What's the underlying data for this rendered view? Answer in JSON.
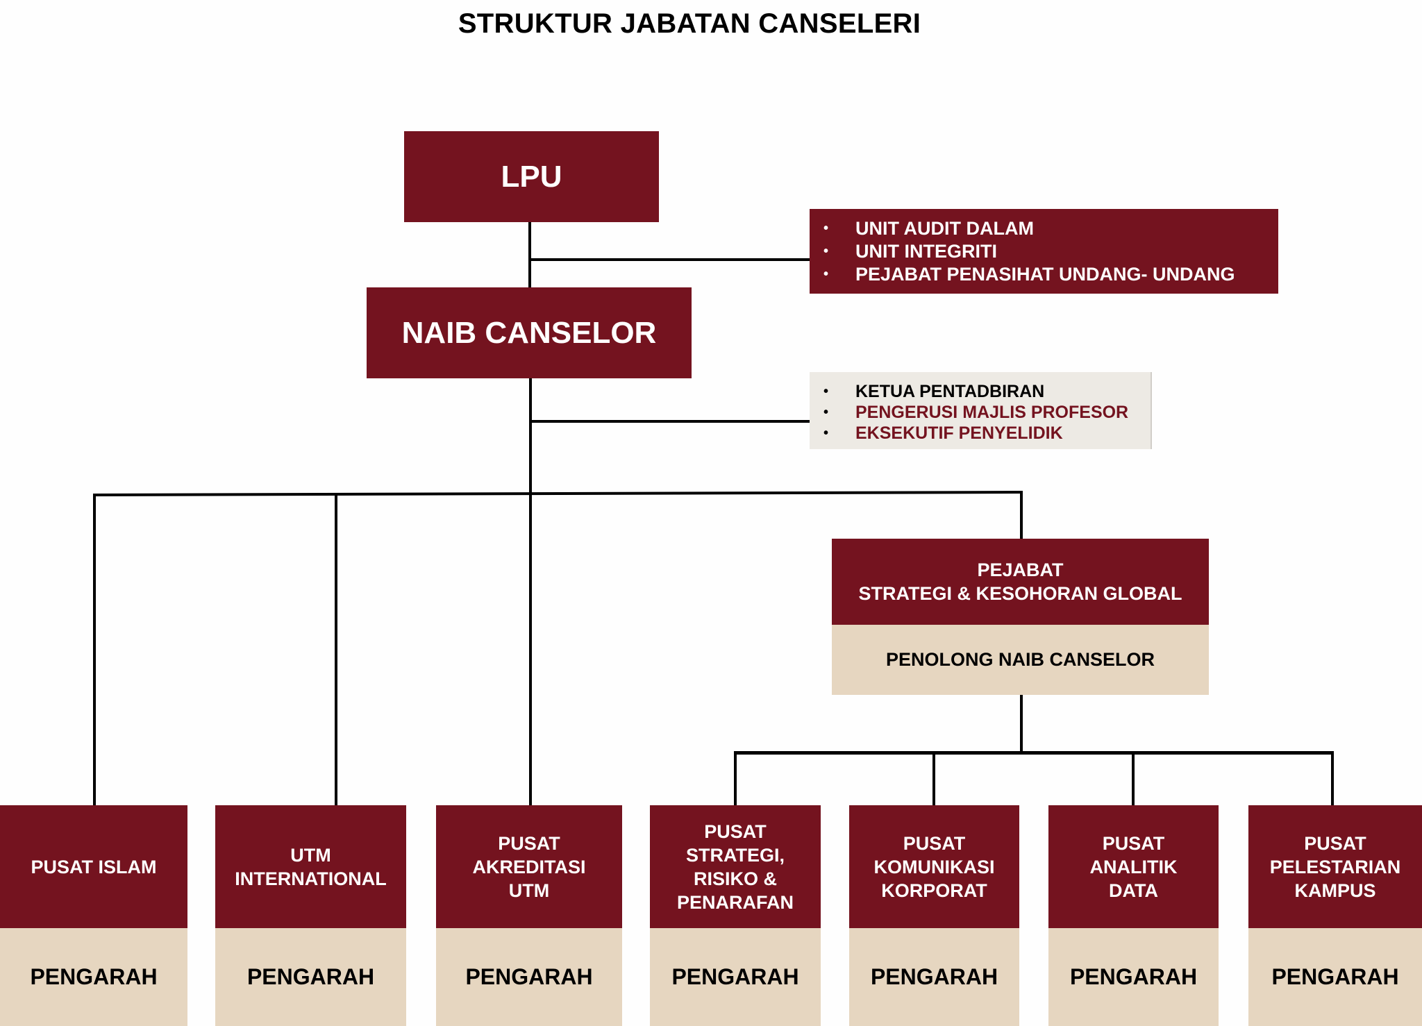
{
  "title": "STRUKTUR JABATAN CANSELERI",
  "colors": {
    "maroon": "#74131f",
    "beige": "#e6d6c0",
    "light_grey": "#edeae4",
    "accent_text": "#74131f"
  },
  "lpu": {
    "label": "LPU"
  },
  "naib_canselor": {
    "label": "NAIB CANSELOR"
  },
  "lpu_units": {
    "items": [
      "UNIT AUDIT DALAM",
      "UNIT INTEGRITI",
      "PEJABAT PENASIHAT UNDANG- UNDANG"
    ]
  },
  "nc_units": {
    "items": [
      {
        "label": "KETUA PENTADBIRAN",
        "color": "#000000"
      },
      {
        "label": "PENGERUSI MAJLIS PROFESOR",
        "color": "#74131f"
      },
      {
        "label": "EKSEKUTIF PENYELIDIK",
        "color": "#74131f"
      }
    ]
  },
  "pejabat": {
    "line1": "PEJABAT",
    "line2": "STRATEGI & KESOHORAN GLOBAL",
    "head": "PENOLONG NAIB CANSELOR"
  },
  "units": [
    {
      "lines": [
        "PUSAT ISLAM"
      ],
      "head": "PENGARAH"
    },
    {
      "lines": [
        "UTM",
        "INTERNATIONAL"
      ],
      "head": "PENGARAH"
    },
    {
      "lines": [
        "PUSAT",
        "AKREDITASI",
        "UTM"
      ],
      "head": "PENGARAH"
    },
    {
      "lines": [
        "PUSAT",
        "STRATEGI,",
        "RISIKO &",
        "PENARAFAN"
      ],
      "head": "PENGARAH"
    },
    {
      "lines": [
        "PUSAT",
        "KOMUNIKASI",
        "KORPORAT"
      ],
      "head": "PENGARAH"
    },
    {
      "lines": [
        "PUSAT",
        "ANALITIK",
        "DATA"
      ],
      "head": "PENGARAH"
    },
    {
      "lines": [
        "PUSAT",
        "PELESTARIAN",
        "KAMPUS"
      ],
      "head": "PENGARAH"
    }
  ]
}
